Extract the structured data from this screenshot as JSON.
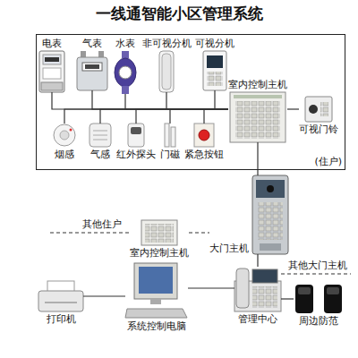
{
  "diagram": {
    "title": "一线通智能小区管理系统",
    "nodes": [
      {
        "text": [
          "(住户)"
        ]
      },
      {
        "text": [
          "电表"
        ],
        "in": 0
      },
      {
        "text": [
          "气表"
        ],
        "in": 0
      },
      {
        "text": [
          "水表"
        ],
        "in": 0
      },
      {
        "text": [
          "非可视分机"
        ],
        "in": 0
      },
      {
        "text": [
          "可视分机"
        ],
        "in": 0
      },
      {
        "text": [
          "室内控制主机"
        ],
        "in": 0
      },
      {
        "text": [
          "烟感"
        ],
        "in": 0
      },
      {
        "text": [
          "气感"
        ],
        "in": 0
      },
      {
        "text": [
          "红外探头"
        ],
        "in": 0
      },
      {
        "text": [
          "门磁"
        ],
        "in": 0
      },
      {
        "text": [
          "紧急按钮"
        ],
        "in": 0
      },
      {
        "text": [
          "可视门铃"
        ],
        "in": 0
      },
      {
        "text": [
          "室内控制主机"
        ]
      },
      {
        "text": [
          "大门主机"
        ]
      },
      {
        "text": [
          "打印机"
        ]
      },
      {
        "text": [
          "系统控制电脑"
        ]
      },
      {
        "text": [
          "管理中心"
        ]
      },
      {
        "text": [
          "周边防范"
        ]
      }
    ],
    "edges": [
      {
        "from": 1,
        "to": 6,
        "arrow": "none"
      },
      {
        "from": 2,
        "to": 6,
        "arrow": "none"
      },
      {
        "from": 3,
        "to": 6,
        "arrow": "none"
      },
      {
        "from": 4,
        "to": 6,
        "arrow": "none"
      },
      {
        "from": 5,
        "to": 6,
        "arrow": "none"
      },
      {
        "from": 7,
        "to": 6,
        "arrow": "none"
      },
      {
        "from": 8,
        "to": 6,
        "arrow": "none"
      },
      {
        "from": 9,
        "to": 6,
        "arrow": "none"
      },
      {
        "from": 10,
        "to": 6,
        "arrow": "none"
      },
      {
        "from": 11,
        "to": 6,
        "arrow": "none"
      },
      {
        "from": 12,
        "to": 6,
        "arrow": "none"
      },
      {
        "from": 6,
        "to": 14,
        "arrow": "none"
      },
      {
        "from": 13,
        "to": 14,
        "arrow": "none"
      },
      {
        "from": 14,
        "to": 17,
        "arrow": "none"
      },
      {
        "from": 15,
        "to": 16,
        "arrow": "none"
      },
      {
        "from": 16,
        "to": 17,
        "arrow": "none"
      },
      {
        "from": 17,
        "to": 18,
        "arrow": "none"
      }
    ],
    "labels": [
      "其他住户",
      "其他大门主机"
    ]
  }
}
